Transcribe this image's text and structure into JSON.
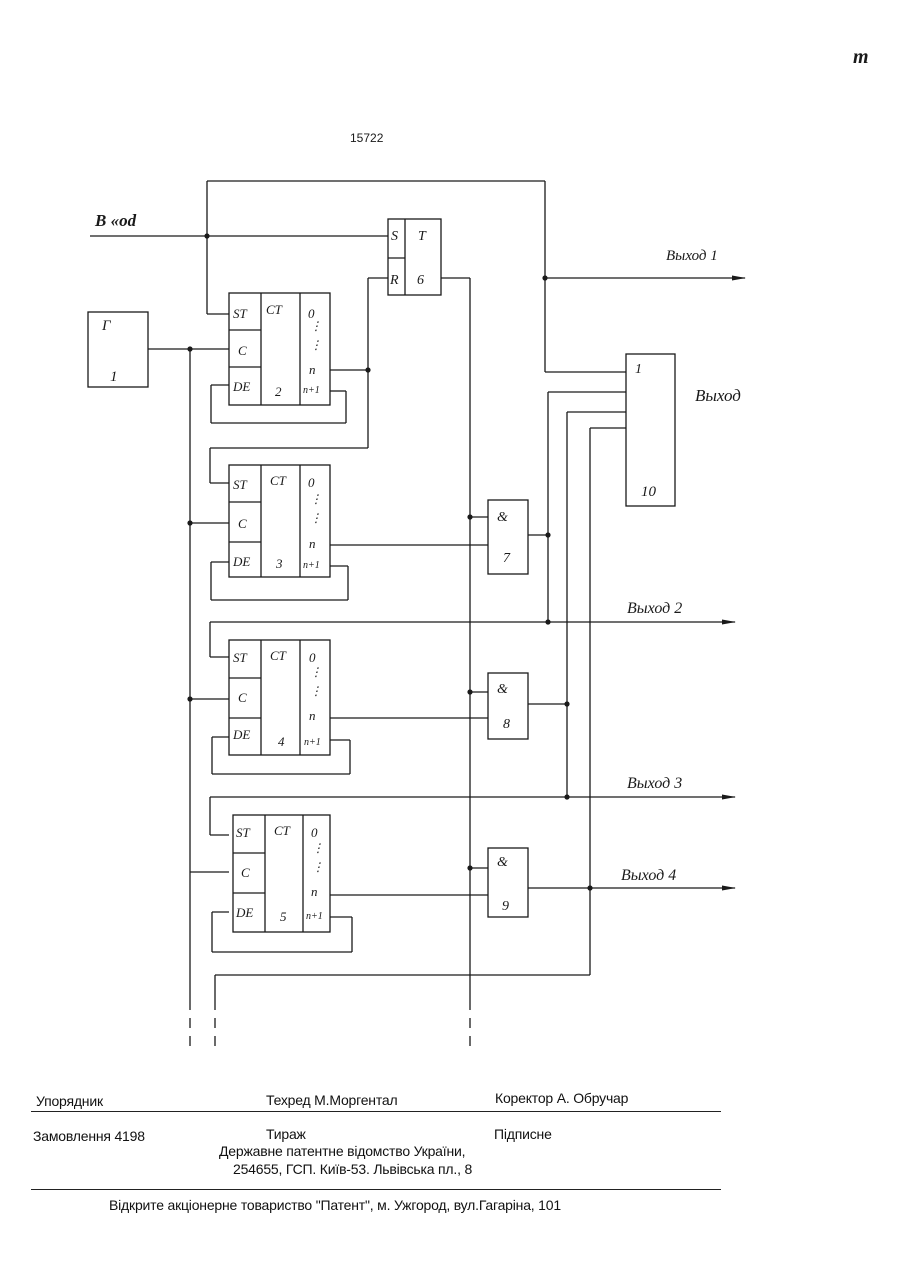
{
  "corner_mark": "m",
  "page_number": "15722",
  "diagram": {
    "input_label": "B «od",
    "outputs": {
      "out1": "Выход 1",
      "main": "Выход",
      "out2": "Выход 2",
      "out3": "Выход 3",
      "out4": "Выход 4"
    },
    "generator": {
      "name": "Г",
      "number": "1"
    },
    "counters": [
      {
        "number": "2",
        "pins": [
          "ST",
          "C",
          "DE"
        ],
        "header": "CT",
        "out_top": "0",
        "out_n": "n",
        "out_n1": "n+1"
      },
      {
        "number": "3",
        "pins": [
          "ST",
          "C",
          "DE"
        ],
        "header": "CT",
        "out_top": "0",
        "out_n": "n",
        "out_n1": "n+1"
      },
      {
        "number": "4",
        "pins": [
          "ST",
          "C",
          "DE"
        ],
        "header": "CT",
        "out_top": "0",
        "out_n": "n",
        "out_n1": "n+1"
      },
      {
        "number": "5",
        "pins": [
          "ST",
          "C",
          "DE"
        ],
        "header": "CT",
        "out_top": "0",
        "out_n": "n",
        "out_n1": "n+1"
      }
    ],
    "trigger": {
      "s": "S",
      "r": "R",
      "t": "T",
      "number": "6"
    },
    "and_gates": [
      {
        "symbol": "&",
        "number": "7"
      },
      {
        "symbol": "&",
        "number": "8"
      },
      {
        "symbol": "&",
        "number": "9"
      }
    ],
    "or_gate": {
      "symbol": "1",
      "number": "10"
    }
  },
  "footer": {
    "compiler": "Упорядник",
    "tech_editor": "Техред М.Моргентал",
    "corrector": "Коректор А. Обручар",
    "order": "Замовлення 4198",
    "circulation": "Тираж",
    "subscription": "Підписне",
    "agency": "Державне патентне відомство України,",
    "address": "254655, ГСП. Київ-53. Львівська пл., 8",
    "publisher": "Відкрите акціонерне товариство \"Патент\", м. Ужгород, вул.Гагаріна, 101"
  }
}
